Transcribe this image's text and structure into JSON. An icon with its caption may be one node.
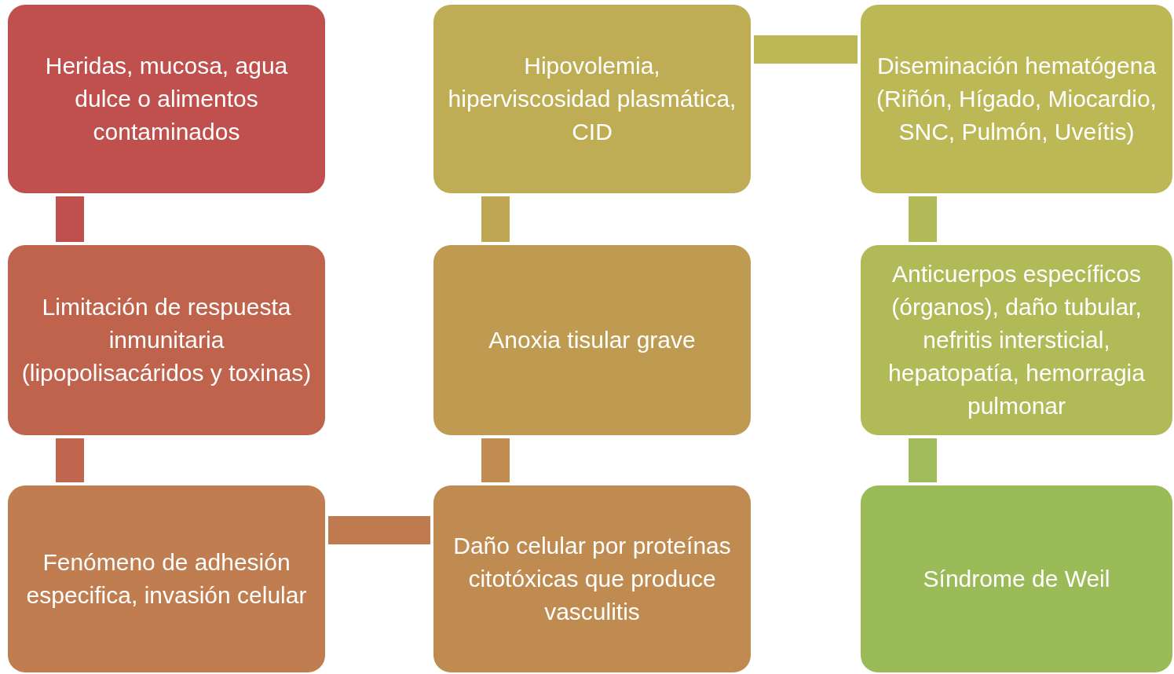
{
  "diagram": {
    "nodes": [
      {
        "text": [
          "Heridas, mucosa, agua dulce o alimentos contaminados"
        ]
      },
      {
        "text": [
          "Limitación de respuesta inmunitaria (lipopolisacáridos y toxinas)"
        ]
      },
      {
        "text": [
          "Fenómeno de adhesión especifica, invasión celular"
        ]
      },
      {
        "text": [
          "Daño celular por proteínas citotóxicas que produce vasculitis"
        ]
      },
      {
        "text": [
          "Anoxia tisular grave"
        ]
      },
      {
        "text": [
          "Hipovolemia, hiperviscosidad plasmática, CID"
        ]
      },
      {
        "text": [
          "Diseminación hematógena (Riñón, Hígado, Miocardio, SNC, Pulmón, Uveítis)"
        ]
      },
      {
        "text": [
          "Anticuerpos específicos (órganos), daño tubular, nefritis intersticial, hepatopatía, hemorragia pulmonar"
        ]
      },
      {
        "text": [
          "Síndrome de Weil"
        ]
      }
    ],
    "edges": [
      {
        "from": 0,
        "to": 1,
        "arrow": "none",
        "color": "#c0504d"
      },
      {
        "from": 1,
        "to": 2,
        "arrow": "none",
        "color": "#c0664e"
      },
      {
        "from": 2,
        "to": 3,
        "arrow": "none",
        "color": "#c07a4f"
      },
      {
        "from": 3,
        "to": 4,
        "arrow": "none",
        "color": "#c08c50"
      },
      {
        "from": 4,
        "to": 5,
        "arrow": "none",
        "color": "#bfa653"
      },
      {
        "from": 5,
        "to": 6,
        "arrow": "none",
        "color": "#bdb855"
      },
      {
        "from": 6,
        "to": 7,
        "arrow": "none",
        "color": "#b2ba57"
      },
      {
        "from": 7,
        "to": 8,
        "arrow": "none",
        "color": "#a0bb59"
      }
    ]
  }
}
